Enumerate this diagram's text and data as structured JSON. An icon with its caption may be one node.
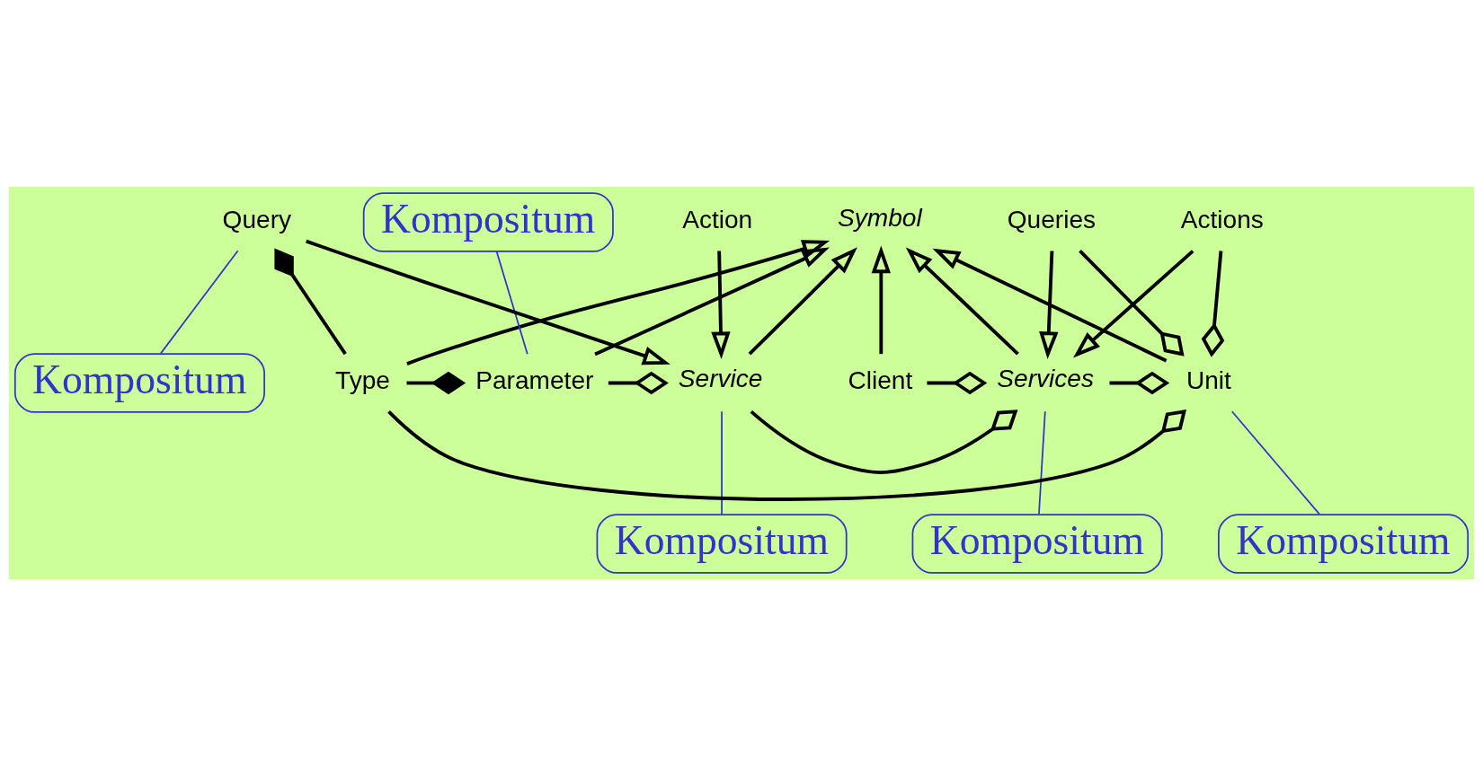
{
  "diagram": {
    "nodes": [
      {
        "text": [
          "Kompositum"
        ]
      },
      {
        "text": [
          "Symbol"
        ]
      },
      {
        "text": [
          "Kompositum"
        ]
      },
      {
        "text": [
          "Kompositum"
        ]
      },
      {
        "text": [
          "Client"
        ]
      },
      {
        "text": [
          "Services"
        ]
      },
      {
        "text": [
          "Unit"
        ]
      },
      {
        "text": [
          "Type"
        ]
      },
      {
        "text": [
          "Parameter"
        ]
      },
      {
        "text": [
          "Service"
        ]
      },
      {
        "text": [
          "Queries"
        ]
      },
      {
        "text": [
          "Actions"
        ]
      },
      {
        "text": [
          "Kompositum"
        ]
      },
      {
        "text": [
          "Query"
        ]
      },
      {
        "text": [
          "Action"
        ]
      },
      {
        "text": [
          "Kompositum"
        ]
      }
    ],
    "edges": [
      {
        "from": 4,
        "to": 1,
        "arrow": "to"
      },
      {
        "from": 5,
        "to": 1,
        "arrow": "to"
      },
      {
        "from": 6,
        "to": 1,
        "arrow": "to"
      },
      {
        "from": 7,
        "to": 1,
        "arrow": "to"
      },
      {
        "from": 8,
        "to": 1,
        "arrow": "to"
      },
      {
        "from": 9,
        "to": 1,
        "arrow": "to"
      },
      {
        "from": 4,
        "to": 5,
        "arrow": "other"
      },
      {
        "from": 5,
        "to": 6,
        "arrow": "other"
      },
      {
        "from": 7,
        "to": 6,
        "arrow": "other"
      },
      {
        "from": 7,
        "to": 8,
        "arrow": "other"
      },
      {
        "from": 8,
        "to": 9,
        "arrow": "other"
      },
      {
        "from": 10,
        "to": 5,
        "arrow": "to"
      },
      {
        "from": 11,
        "to": 5,
        "arrow": "to"
      },
      {
        "from": 10,
        "to": 6,
        "arrow": "other"
      },
      {
        "from": 11,
        "to": 6,
        "arrow": "other"
      },
      {
        "from": 7,
        "to": 13,
        "arrow": "other"
      },
      {
        "from": 13,
        "to": 9,
        "arrow": "to"
      },
      {
        "from": 14,
        "to": 9,
        "arrow": "to"
      },
      {
        "from": 9,
        "to": 5,
        "arrow": "other"
      },
      {
        "from": 0,
        "to": 6,
        "arrow": "none",
        "color": "#3333cc"
      },
      {
        "from": 2,
        "to": 9,
        "arrow": "none",
        "color": "#3333cc"
      },
      {
        "from": 3,
        "to": 5,
        "arrow": "none",
        "color": "#3333cc"
      },
      {
        "from": 12,
        "to": 8,
        "arrow": "none",
        "color": "#3333cc"
      },
      {
        "from": 15,
        "to": 13,
        "arrow": "none",
        "color": "#3333cc"
      }
    ]
  }
}
